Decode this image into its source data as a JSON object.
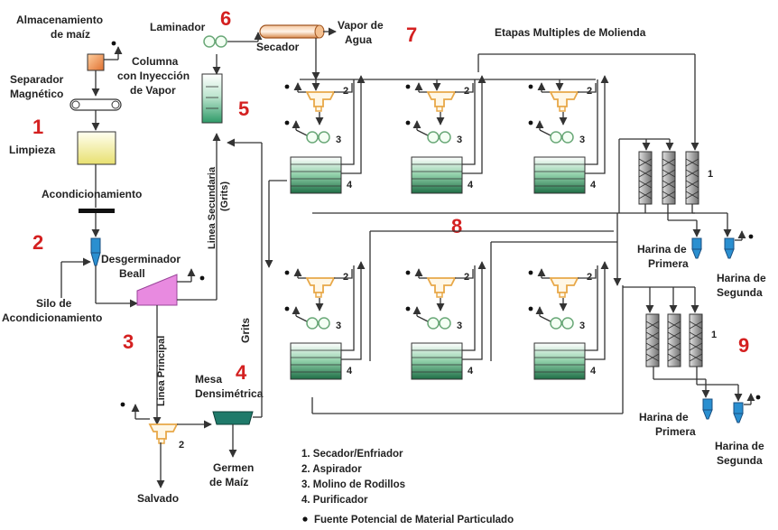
{
  "labels": {
    "almacenamiento": [
      "Almacenamiento",
      "de maíz"
    ],
    "separador": [
      "Separador",
      "Magnético"
    ],
    "limpieza": "Limpieza",
    "acondicionamiento": "Acondicionamiento",
    "silo": [
      "Silo de",
      "Acondicionamiento"
    ],
    "desgerminador": [
      "Desgerminador",
      "Beall"
    ],
    "laminador": "Laminador",
    "columna": [
      "Columna",
      "con Inyección",
      "de Vapor"
    ],
    "secador": "Secador",
    "vapor": [
      "Vapor de",
      "Agua"
    ],
    "etapas": "Etapas Multiples de Molienda",
    "linea_secundaria": [
      "Linea Secundaria",
      "(Grits)"
    ],
    "linea_principal": "Linea Principal",
    "grits": "Grits",
    "mesa": [
      "Mesa",
      "Densimétrica"
    ],
    "germen": [
      "Germen",
      "de Maíz"
    ],
    "salvado": "Salvado",
    "harina_primera": [
      "Harina de",
      "Primera"
    ],
    "harina_segunda": [
      "Harina de",
      "Segunda"
    ]
  },
  "step_numbers": {
    "n1": "1",
    "n2": "2",
    "n3": "3",
    "n4": "4",
    "n5": "5",
    "n6": "6",
    "n7": "7",
    "n8": "8",
    "n9": "9"
  },
  "unit_marks": {
    "one": "1",
    "two": "2",
    "three": "3",
    "four": "4"
  },
  "legend": {
    "items": [
      "1. Secador/Enfriador",
      "2. Aspirador",
      "3. Molino de Rodillos",
      "4. Purificador"
    ],
    "note": "Fuente Potencial de Material Particulado"
  },
  "colors": {
    "step_number": "#d42020",
    "storage": "#f2955a",
    "cleaning": "#f4f08a",
    "conditioning": "#2a8fd0",
    "degerminator": "#e88ae0",
    "column": "#3aa874",
    "table": "#1f7a6a",
    "aspirator": "#e8a848",
    "roller": "#7cc08a",
    "purifier": "#2f8a5a",
    "dryer": "#d87a30"
  }
}
